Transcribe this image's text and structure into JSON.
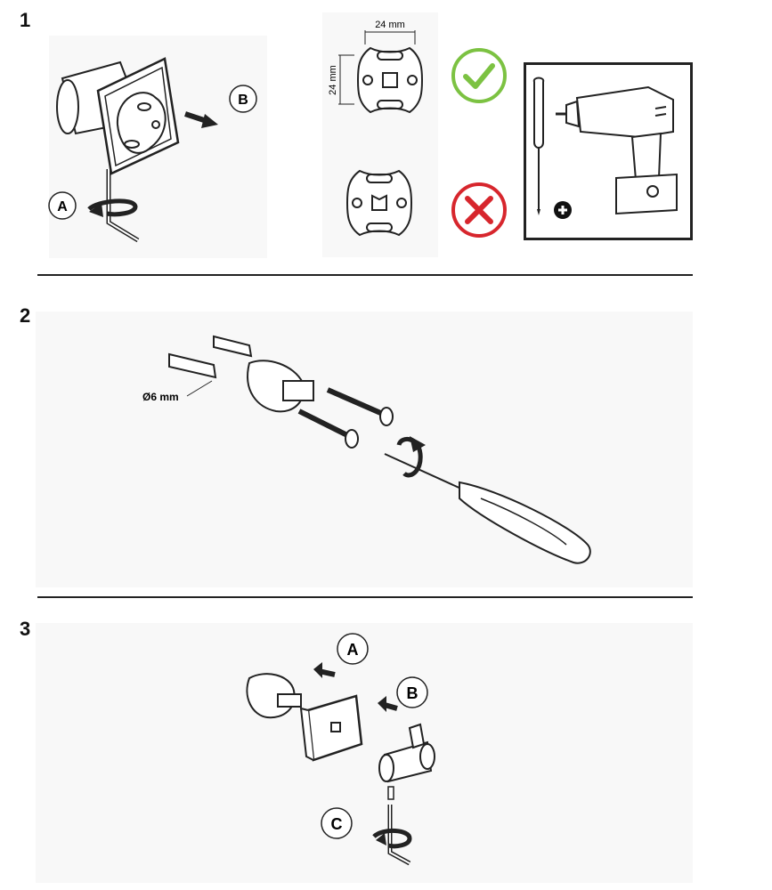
{
  "steps": [
    {
      "number": "1",
      "label_a": "A",
      "label_b": "B",
      "dim_width": "24 mm",
      "dim_height": "24 mm"
    },
    {
      "number": "2",
      "diameter_label": "Ø6 mm"
    },
    {
      "number": "3",
      "label_a": "A",
      "label_b": "B",
      "label_c": "C"
    }
  ],
  "colors": {
    "check_green": "#7cc242",
    "cross_red": "#d7262d",
    "line": "#222222"
  },
  "icons": [
    "hex-key-icon",
    "arrow-icon",
    "check-mark-icon",
    "cross-mark-icon",
    "screwdriver-icon",
    "cordless-drill-icon",
    "plus-icon",
    "wall-plug-icon",
    "screw-icon"
  ]
}
